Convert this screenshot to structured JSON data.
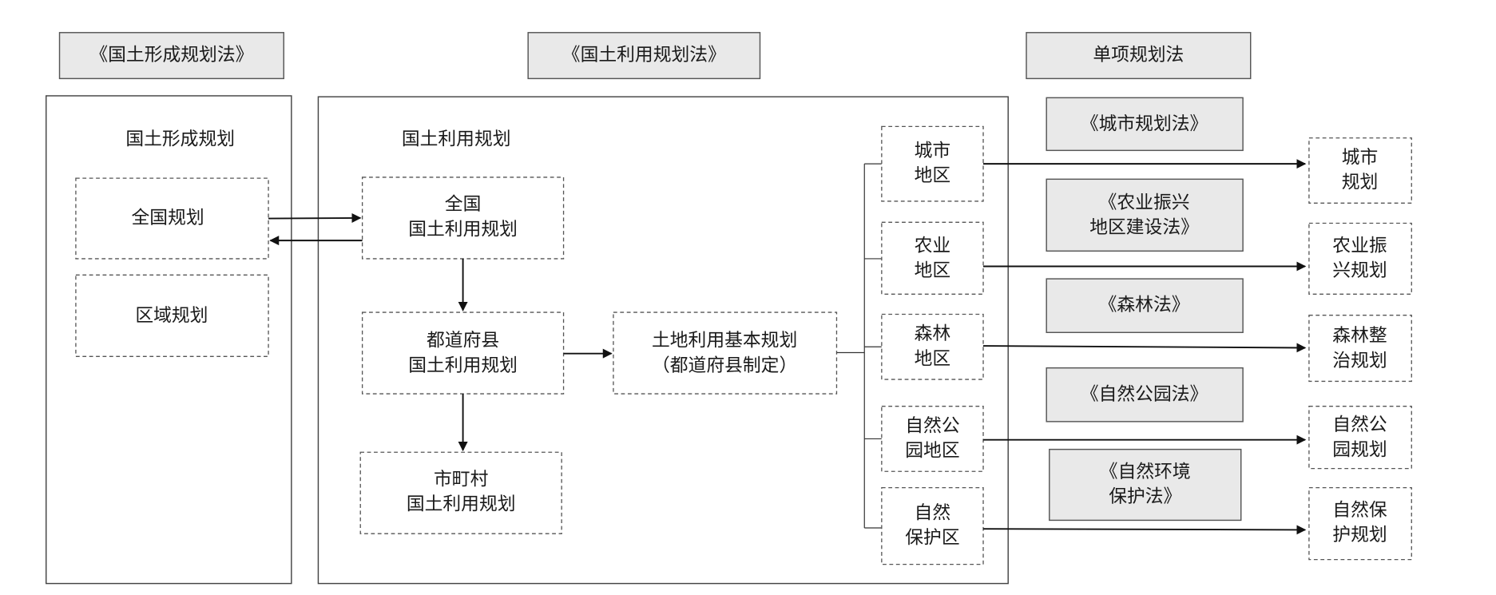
{
  "headers": {
    "left": "《国土形成规划法》",
    "middle": "《国土利用规划法》",
    "right": "单项规划法"
  },
  "left_panel": {
    "title": "国土形成规划",
    "national": "全国规划",
    "regional": "区域规划"
  },
  "middle_panel": {
    "title": "国土利用规划",
    "national": [
      "全国",
      "国土利用规划"
    ],
    "prefecture": [
      "都道府县",
      "国土利用规划"
    ],
    "municipal": [
      "市町村",
      "国土利用规划"
    ],
    "land_use_basic": [
      "土地利用基本规划",
      "（都道府县制定）"
    ]
  },
  "areas": [
    [
      "城市",
      "地区"
    ],
    [
      "农业",
      "地区"
    ],
    [
      "森林",
      "地区"
    ],
    [
      "自然公",
      "园地区"
    ],
    [
      "自然",
      "保护区"
    ]
  ],
  "laws": [
    [
      "《城市规划法》"
    ],
    [
      "《农业振兴",
      "地区建设法》"
    ],
    [
      "《森林法》"
    ],
    [
      "《自然公园法》"
    ],
    [
      "《自然环境",
      "保护法》"
    ]
  ],
  "plans": [
    [
      "城市",
      "规划"
    ],
    [
      "农业振",
      "兴规划"
    ],
    [
      "森林整",
      "治规划"
    ],
    [
      "自然公",
      "园规划"
    ],
    [
      "自然保",
      "护规划"
    ]
  ]
}
